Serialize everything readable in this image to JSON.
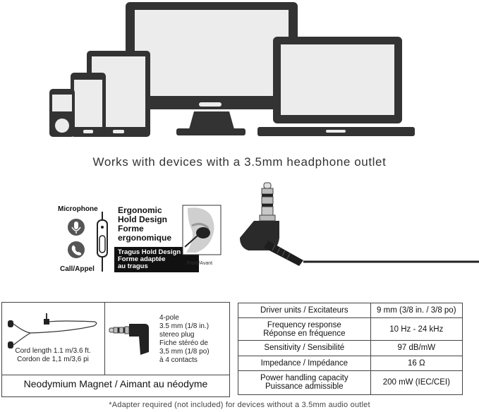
{
  "tagline": "Works with devices with a 3.5mm headphone outlet",
  "illustration": {
    "microphone_label": "Microphone",
    "call_label": "Call/Appel",
    "ergonomic_en_1": "Ergonomic",
    "ergonomic_en_2": "Hold Design",
    "ergonomic_fr_1": "Forme",
    "ergonomic_fr_2": "ergonomique",
    "tragus_en": "Tragus Hold Design",
    "tragus_fr_1": "Forme adaptée",
    "tragus_fr_2": "au tragus",
    "front_label": "Front/Avant"
  },
  "left_panel": {
    "cord_en": "Cord length 1.1 m/3.6 ft.",
    "cord_fr": "Cordon de 1,1 m/3,6 pi",
    "plug_lines": [
      "4-pole",
      "3.5 mm (1/8 in.)",
      "stereo plug",
      "Fiche stéréo de",
      "3,5 mm (1/8 po)",
      "à 4 contacts"
    ],
    "magnet": "Neodymium Magnet / Aimant au néodyme"
  },
  "specs": [
    {
      "label": [
        "Driver units / Excitateurs"
      ],
      "value": "9 mm (3/8 in. / 3/8 po)"
    },
    {
      "label": [
        "Frequency response",
        "Réponse en fréquence"
      ],
      "value": "10 Hz - 24 kHz"
    },
    {
      "label": [
        "Sensitivity / Sensibilité"
      ],
      "value": "97 dB/mW"
    },
    {
      "label": [
        "Impedance / Impédance"
      ],
      "value": "16 Ω"
    },
    {
      "label": [
        "Power handling capacity",
        "Puissance admissible"
      ],
      "value": "200 mW (IEC/CEI)"
    }
  ],
  "footnote": "*Adapter required (not included) for devices without a 3.5mm audio outlet"
}
